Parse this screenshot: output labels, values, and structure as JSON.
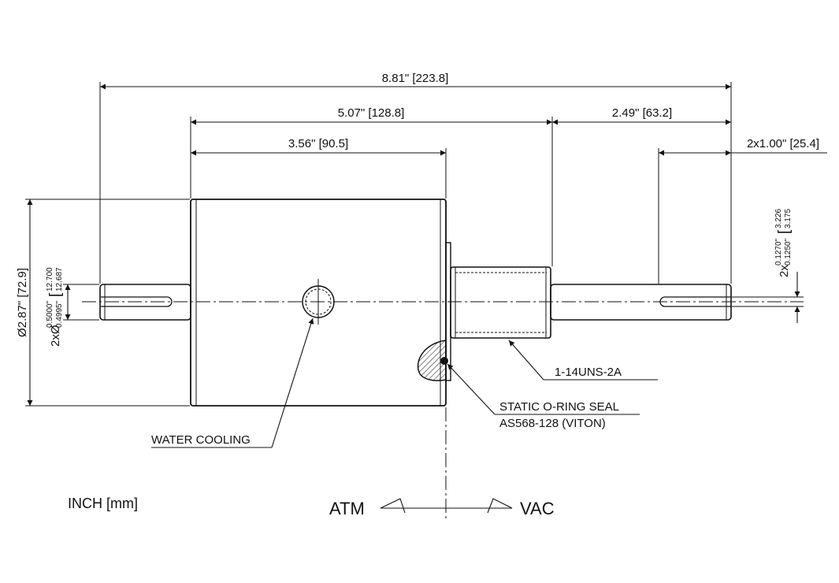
{
  "dimensions": {
    "overall_length": "8.81\" [223.8]",
    "body_to_thread": "5.07\" [128.8]",
    "vac_side": "2.49\" [63.2]",
    "body_length": "3.56\" [90.5]",
    "shaft_end": "2x1.00\" [25.4]",
    "body_diameter": "Ø2.87\" [72.9]",
    "shaft_diameter_prefix": "2xØ",
    "shaft_diameter_upper": "0.5000\"",
    "shaft_diameter_lower": "0.4995\"",
    "shaft_diameter_mm_upper": "12.700",
    "shaft_diameter_mm_lower": "12.687",
    "keyway_prefix": "2x",
    "keyway_upper": "0.1270\"",
    "keyway_lower": "0.1250\"",
    "keyway_mm_upper": "3.226",
    "keyway_mm_lower": "3.175"
  },
  "callouts": {
    "thread": "1-14UNS-2A",
    "seal_line1": "STATIC O-RING SEAL",
    "seal_line2": "AS568-128 (VITON)",
    "water": "WATER COOLING"
  },
  "units_note": "INCH [mm]",
  "direction": {
    "left": "ATM",
    "right": "VAC"
  }
}
